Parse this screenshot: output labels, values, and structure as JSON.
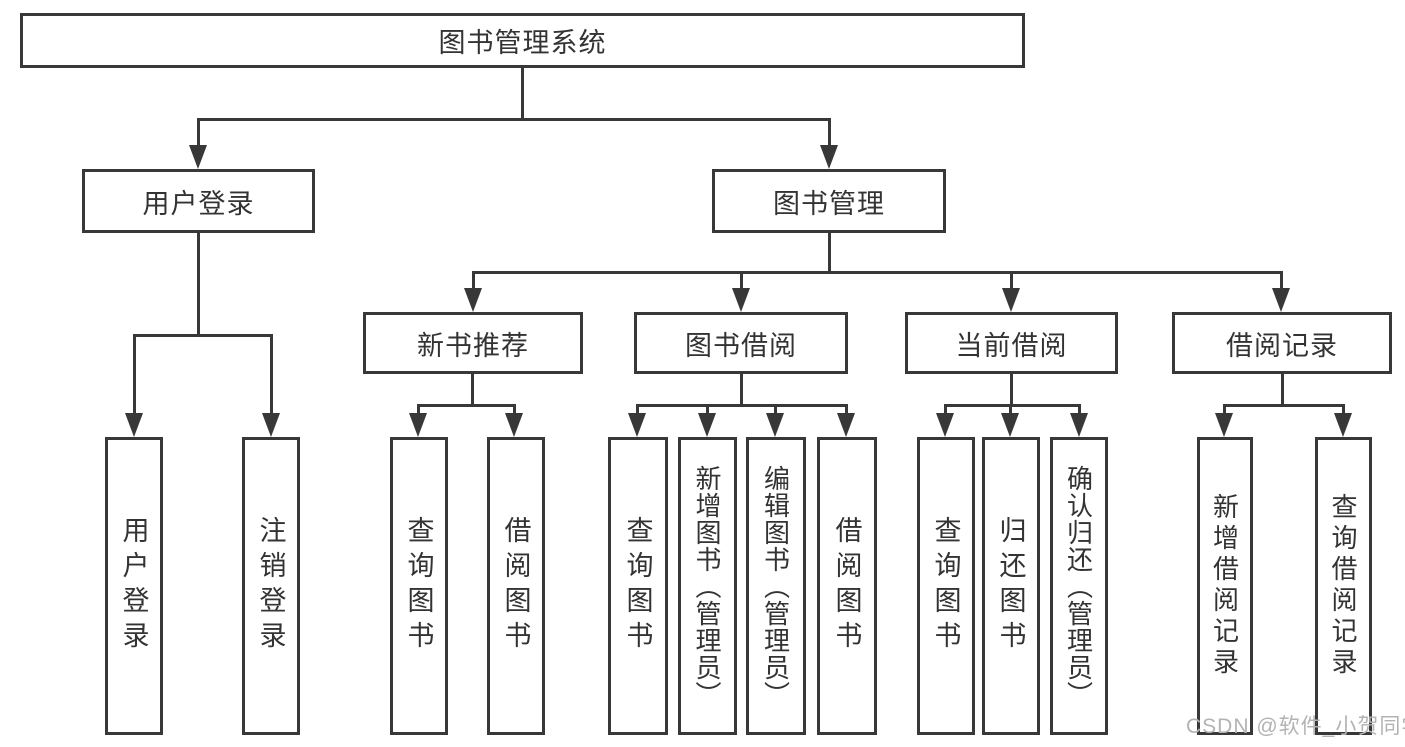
{
  "tree": {
    "label": "图书管理系统",
    "children": [
      {
        "label": "用户登录",
        "children": [
          {
            "label": "用户登录"
          },
          {
            "label": "注销登录"
          }
        ]
      },
      {
        "label": "图书管理",
        "children": [
          {
            "label": "新书推荐",
            "children": [
              {
                "label": "查询图书"
              },
              {
                "label": "借阅图书"
              }
            ]
          },
          {
            "label": "图书借阅",
            "children": [
              {
                "label": "查询图书"
              },
              {
                "label": "新增图书（管理员）"
              },
              {
                "label": "编辑图书（管理员）"
              },
              {
                "label": "借阅图书"
              }
            ]
          },
          {
            "label": "当前借阅",
            "children": [
              {
                "label": "查询图书"
              },
              {
                "label": "归还图书"
              },
              {
                "label": "确认归还（管理员）"
              }
            ]
          },
          {
            "label": "借阅记录",
            "children": [
              {
                "label": "新增借阅记录"
              },
              {
                "label": "查询借阅记录"
              }
            ]
          }
        ]
      }
    ]
  },
  "watermark": {
    "text": "CSDN @软件_小贺同学"
  },
  "colors": {
    "line": "#383838",
    "box_border": "#383838",
    "text": "#333333",
    "watermark": "#b3b3b3",
    "background": "#ffffff"
  }
}
